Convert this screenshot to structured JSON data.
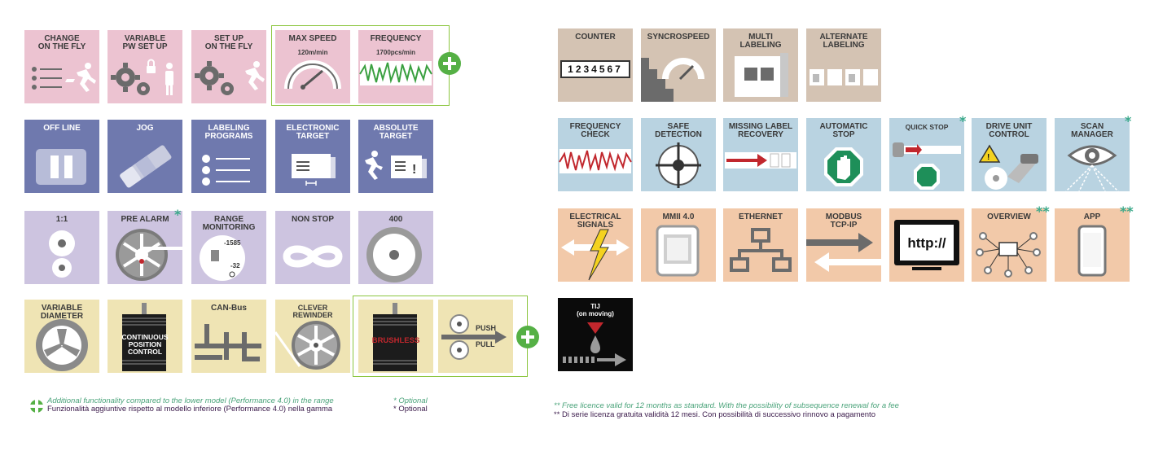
{
  "colors": {
    "plus_accent": "#55b045",
    "box_border": "#8cc63f",
    "star": "#3aa98a"
  },
  "left": {
    "row1": [
      {
        "label": "CHANGE\nON THE FLY",
        "icon": "runner-list-icon"
      },
      {
        "label": "VARIABLE\nPW SET UP",
        "icon": "gears-person-lock-icon"
      },
      {
        "label": "SET UP\nON THE FLY",
        "icon": "gears-runner-icon"
      },
      {
        "label": "MAX SPEED",
        "sub": "120m/min",
        "icon": "gauge-icon"
      },
      {
        "label": "FREQUENCY",
        "sub": "1700pcs/min",
        "icon": "wave-icon"
      }
    ],
    "row2": [
      {
        "label": "OFF LINE",
        "icon": "pause-icon"
      },
      {
        "label": "JOG",
        "icon": "jog-roller-icon"
      },
      {
        "label": "LABELING\nPROGRAMS",
        "icon": "program-list-icon"
      },
      {
        "label": "ELECTRONIC\nTARGET",
        "icon": "target-box-icon"
      },
      {
        "label": "ABSOLUTE\nTARGET",
        "icon": "runner-box-icon"
      }
    ],
    "row3": [
      {
        "label": "1:1",
        "icon": "two-rolls-icon"
      },
      {
        "label": "PRE ALARM",
        "icon": "reel-alarm-icon",
        "star": "*"
      },
      {
        "label": "RANGE\nMONITORING",
        "icon": "range-dial-icon",
        "values": [
          "-1585",
          "-32"
        ]
      },
      {
        "label": "NON STOP",
        "icon": "infinity-icon"
      },
      {
        "label": "400",
        "icon": "reel-400-icon"
      }
    ],
    "row4": [
      {
        "label": "VARIABLE\nDIAMETER",
        "icon": "diameter-wheel-icon"
      },
      {
        "label": "",
        "icon": "motor-icon",
        "inner": "CONTINUOUS\nPOSITION\nCONTROL"
      },
      {
        "label": "CAN-Bus",
        "icon": "canbus-icon"
      },
      {
        "label": "CLEVER\nREWINDER",
        "icon": "rewinder-icon"
      },
      {
        "label": "",
        "icon": "brushless-motor-icon",
        "inner": "BRUSHLESS"
      },
      {
        "label": "",
        "icon": "push-pull-icon",
        "push": "PUSH",
        "pull": "PULL"
      }
    ]
  },
  "right": {
    "row1": [
      {
        "label": "COUNTER",
        "icon": "counter-icon",
        "digits": "1234567"
      },
      {
        "label": "SYNCROSPEED",
        "icon": "stairs-gauge-icon"
      },
      {
        "label": "MULTI\nLABELING",
        "icon": "multi-box-icon"
      },
      {
        "label": "ALTERNATE\nLABELING",
        "icon": "alternate-boxes-icon"
      }
    ],
    "row2": [
      {
        "label": "FREQUENCY\nCHECK",
        "icon": "freq-check-icon"
      },
      {
        "label": "SAFE\nDETECTION",
        "icon": "crosshair-icon"
      },
      {
        "label": "MISSING LABEL\nRECOVERY",
        "icon": "missing-label-icon"
      },
      {
        "label": "AUTOMATIC\nSTOP",
        "icon": "stop-hand-icon"
      },
      {
        "label": "QUICK STOP",
        "icon": "quick-stop-icon",
        "star": "*"
      },
      {
        "label": "DRIVE UNIT\nCONTROL",
        "icon": "drive-warning-icon"
      },
      {
        "label": "SCAN\nMANAGER",
        "icon": "eye-scan-icon",
        "star": "*"
      }
    ],
    "row3": [
      {
        "label": "ELECTRICAL\nSIGNALS",
        "icon": "lightning-arrows-icon"
      },
      {
        "label": "MMII 4.0",
        "icon": "display-device-icon"
      },
      {
        "label": "ETHERNET",
        "icon": "network-icon"
      },
      {
        "label": "MODBUS\nTCP-IP",
        "icon": "double-arrow-icon"
      },
      {
        "label": "",
        "icon": "monitor-http-icon",
        "text": "http://"
      },
      {
        "label": "OVERVIEW",
        "icon": "overview-network-icon",
        "star": "**"
      },
      {
        "label": "APP",
        "icon": "phone-icon",
        "star": "**"
      }
    ],
    "row4": [
      {
        "label": "TIJ\n(on moving)",
        "icon": "tij-drop-icon"
      }
    ]
  },
  "legend": {
    "plus_en": "Additional functionality compared to the lower model (Performance 4.0) in the range",
    "plus_it": "Funzionalità aggiuntive rispetto al modello inferiore (Performance 4.0) nella gamma",
    "opt_en": "* Optional",
    "opt_it": "* Optional",
    "star2_en": "** Free licence valid for 12 months as standard. With the possibility of subsequence renewal for a fee",
    "star2_it": "** Di serie licenza gratuita validità 12 mesi. Con possibilità di successivo rinnovo a pagamento"
  }
}
